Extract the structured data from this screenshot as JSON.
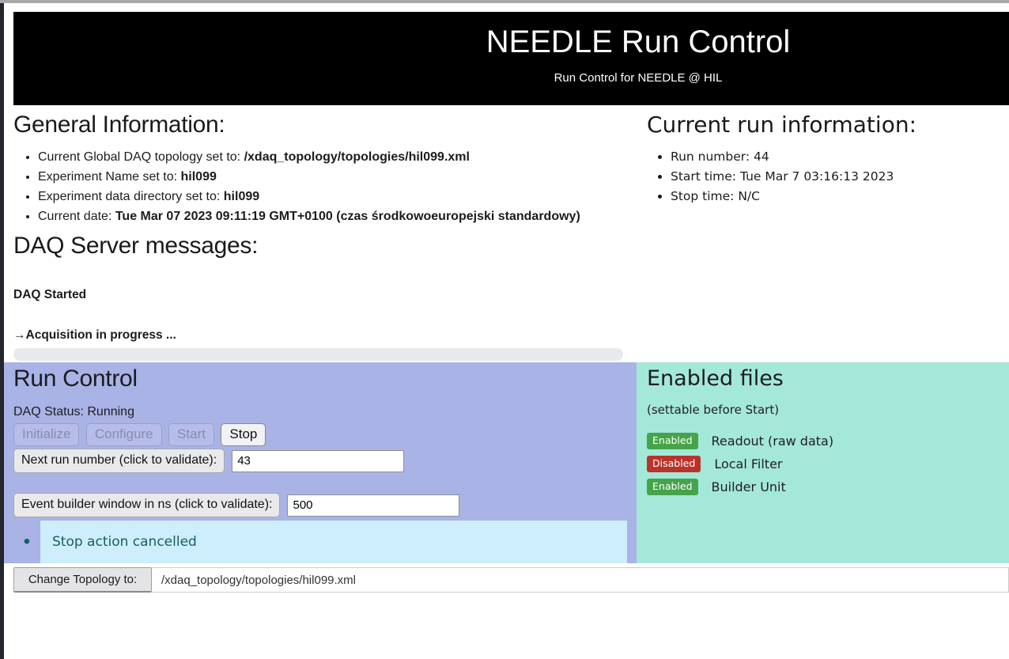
{
  "header": {
    "title": "NEEDLE Run Control",
    "subtitle": "Run Control for NEEDLE @ HIL"
  },
  "general_info": {
    "heading": "General Information:",
    "items": [
      {
        "label": "Current Global DAQ topology set to: ",
        "value": "/xdaq_topology/topologies/hil099.xml"
      },
      {
        "label": "Experiment Name set to: ",
        "value": "hil099"
      },
      {
        "label": "Experiment data directory set to: ",
        "value": "hil099"
      },
      {
        "label": "Current date: ",
        "value": "Tue Mar 07 2023 09:11:19 GMT+0100 (czas środkowoeuropejski standardowy)"
      }
    ]
  },
  "current_run": {
    "heading": "Current run information:",
    "items": [
      "Run number: 44",
      "Start time: Tue Mar 7 03:16:13 2023",
      "Stop time: N/C"
    ]
  },
  "daq_messages": {
    "heading": "DAQ Server messages:",
    "messages": [
      "DAQ Started",
      "→Acquisition in progress ..."
    ]
  },
  "run_control": {
    "heading": "Run Control",
    "status_label": "DAQ Status: Running",
    "buttons": {
      "initialize": "Initialize",
      "configure": "Configure",
      "start": "Start",
      "stop": "Stop"
    },
    "next_run": {
      "button": "Next run number (click to validate):",
      "value": "43"
    },
    "event_builder": {
      "button": "Event builder window in ns (click to validate):",
      "value": "500"
    },
    "message": "Stop action cancelled"
  },
  "enabled_files": {
    "heading": "Enabled files",
    "subtitle": "(settable before Start)",
    "rows": [
      {
        "status": "Enabled",
        "label": "Readout (raw data)"
      },
      {
        "status": "Disabled",
        "label": "Local Filter"
      },
      {
        "status": "Enabled",
        "label": "Builder Unit"
      }
    ]
  },
  "topology": {
    "button": "Change Topology to:",
    "value": "/xdaq_topology/topologies/hil099.xml"
  },
  "colors": {
    "header_bg": "#000000",
    "header_text": "#ffffff",
    "accent_purple": "#a9b3e6",
    "accent_teal": "#a4e8d9",
    "message_bg": "#cdeefa",
    "message_text": "#135f68",
    "badge_green": "#46a34b",
    "badge_red": "#ba332a"
  }
}
